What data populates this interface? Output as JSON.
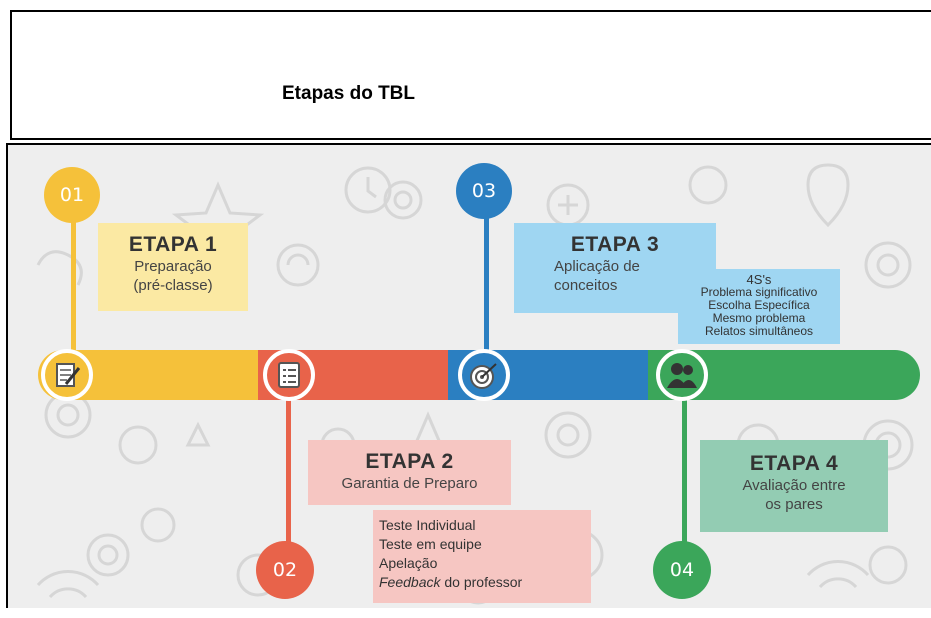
{
  "title": "Etapas do TBL",
  "colors": {
    "yellow": "#f5c13a",
    "red": "#e8634a",
    "blue": "#2b7fc1",
    "green": "#3ba65a",
    "yellow_box": "#fbe9a3",
    "red_box": "#f6c6c2",
    "blue_box": "#9fd6f2",
    "green_box": "#93ccb3"
  },
  "steps": [
    {
      "number": "01",
      "heading": "ETAPA 1",
      "subtitle_lines": [
        "Preparação",
        "(pré-classe)"
      ],
      "icon": "notepad-pencil-icon"
    },
    {
      "number": "02",
      "heading": "ETAPA 2",
      "subtitle_lines": [
        "Garantia de Preparo"
      ],
      "items": [
        "Teste Individual",
        "Teste em equipe",
        "Apelação"
      ],
      "items_last_italic": "Feedback",
      "items_last_rest": " do professor",
      "icon": "checklist-icon"
    },
    {
      "number": "03",
      "heading": "ETAPA 3",
      "subtitle_lines": [
        "Aplicação de",
        "conceitos"
      ],
      "items": [
        "4S's",
        "Problema significativo",
        "Escolha Específica",
        "Mesmo problema",
        "Relatos simultâneos"
      ],
      "icon": "target-icon"
    },
    {
      "number": "04",
      "heading": "ETAPA 4",
      "subtitle_lines": [
        "Avaliação entre",
        "os pares"
      ],
      "icon": "people-icon"
    }
  ]
}
